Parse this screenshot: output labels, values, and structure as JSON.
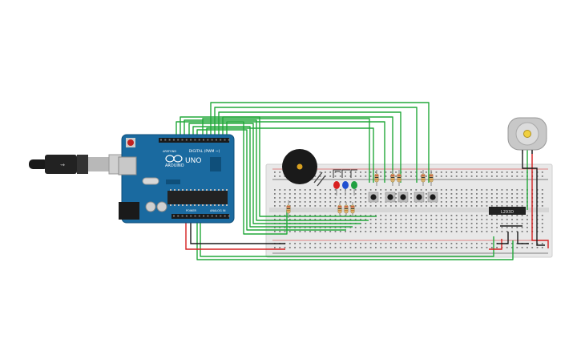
{
  "board": {
    "brand_label": "ARDUINO",
    "model_label": "UNO",
    "digital_label": "DIGITAL (PWM ~)",
    "power_label": "POWER",
    "analog_label": "ANALOG IN",
    "aref_label": "AREF",
    "gnd_label": "GND"
  },
  "driver_ic": {
    "label": "L293D"
  },
  "colors": {
    "board": "#1a6aa0",
    "breadboard": "#e6e6e6",
    "wire_green": "#22a83a",
    "wire_red": "#d42020",
    "wire_black": "#1a1a1a",
    "led_red": "#d82020",
    "led_blue": "#2050d0",
    "led_green": "#20a040"
  },
  "icons": {
    "buzzer": "buzzer-icon",
    "motor": "dc-motor-icon",
    "usb": "usb-cable-icon",
    "power_jack": "power-jack-icon",
    "logo": "arduino-infinity-logo"
  }
}
